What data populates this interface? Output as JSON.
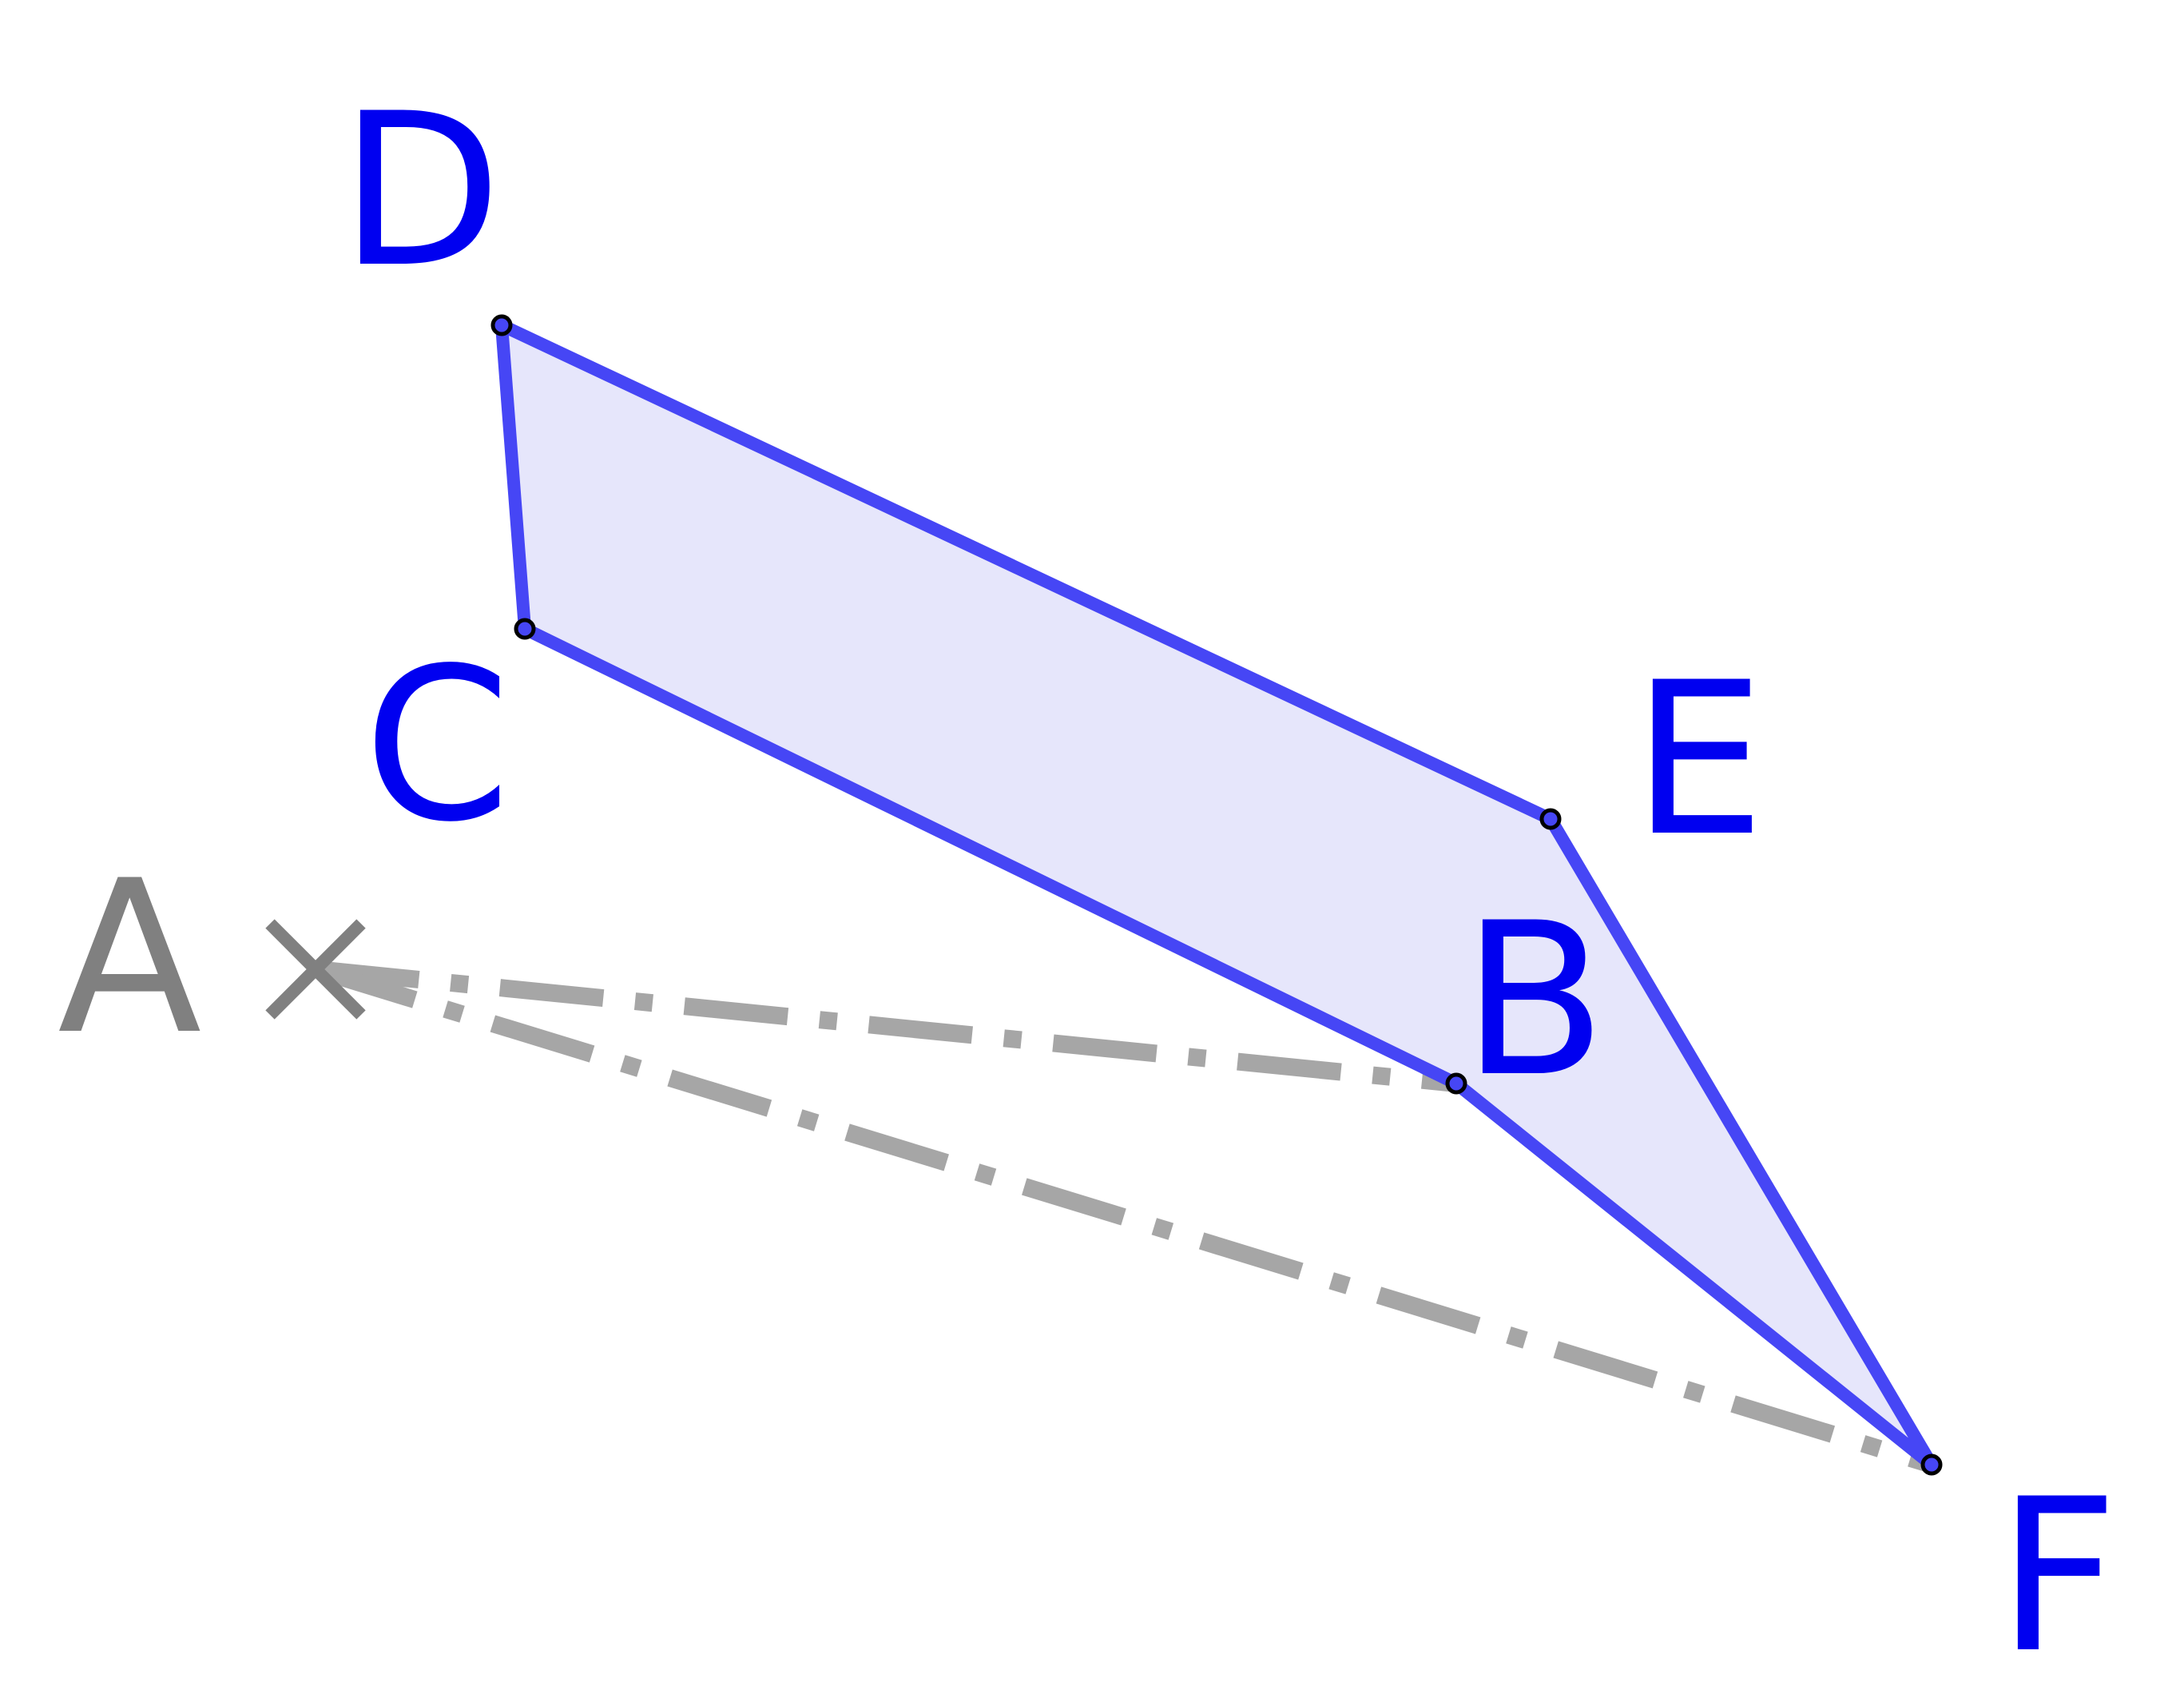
{
  "labels": {
    "A": "A",
    "B": "B",
    "C": "C",
    "D": "D",
    "E": "E",
    "F": "F"
  },
  "colors": {
    "polygon_fill": "#e6e6fb",
    "polygon_stroke": "#4646f5",
    "vertex_label": "#0000f0",
    "helper_line": "#a6a6a6",
    "helper_point": "#808080",
    "vertex_dot": "#000000"
  },
  "shapes": {
    "polygon": "D-E-F-B-C",
    "helper_lines": [
      "A-B",
      "A-F"
    ],
    "helper_line_style": "dash-dot",
    "point_A_marker": "cross-icon"
  }
}
